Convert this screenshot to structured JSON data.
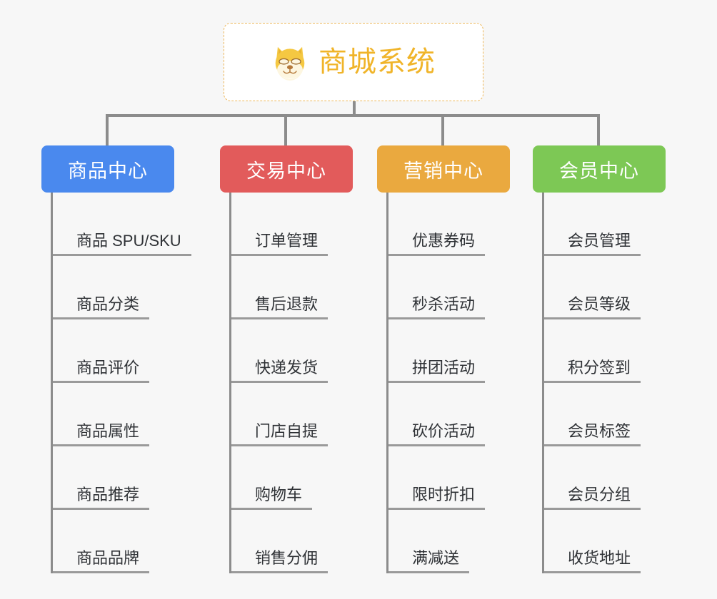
{
  "page": {
    "background_color": "#f7f7f7",
    "diagram_type": "organization-tree"
  },
  "root": {
    "title": "商城系统",
    "icon": "shiba-dog-face-icon",
    "text_color": "#f0b429",
    "border_color": "#edb75a",
    "background_color": "#ffffff"
  },
  "connector": {
    "color": "#8c8c8c"
  },
  "columns": [
    {
      "id": "product-center",
      "title": "商品中心",
      "color": "#4a89ee",
      "leaves": [
        "商品 SPU/SKU",
        "商品分类",
        "商品评价",
        "商品属性",
        "商品推荐",
        "商品品牌"
      ]
    },
    {
      "id": "trade-center",
      "title": "交易中心",
      "color": "#e25b5b",
      "leaves": [
        "订单管理",
        "售后退款",
        "快递发货",
        "门店自提",
        "购物车",
        "销售分佣"
      ]
    },
    {
      "id": "marketing-center",
      "title": "营销中心",
      "color": "#eaa93f",
      "leaves": [
        "优惠券码",
        "秒杀活动",
        "拼团活动",
        "砍价活动",
        "限时折扣",
        "满减送"
      ]
    },
    {
      "id": "member-center",
      "title": "会员中心",
      "color": "#7dc855",
      "leaves": [
        "会员管理",
        "会员等级",
        "积分签到",
        "会员标签",
        "会员分组",
        "收货地址"
      ]
    }
  ]
}
